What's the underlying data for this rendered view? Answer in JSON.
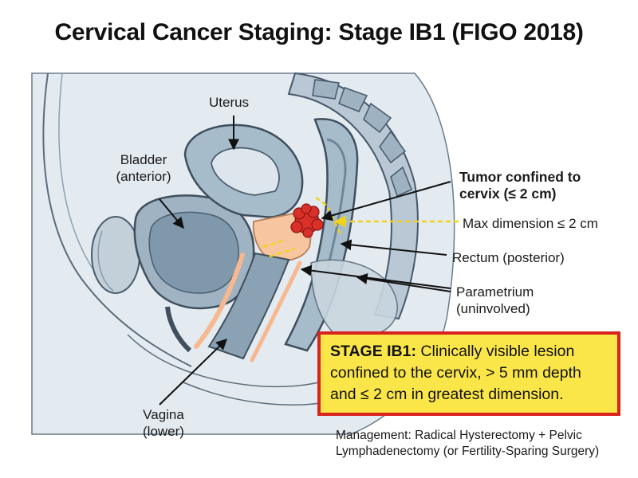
{
  "title": "Cervical Cancer Staging: Stage IB1 (FIGO 2018)",
  "labels": {
    "uterus": "Uterus",
    "bladder_line1": "Bladder",
    "bladder_line2": "(anterior)",
    "tumor_line1": "Tumor confined to",
    "tumor_line2": "cervix (≤ 2 cm)",
    "max_dimension": "Max dimension ≤ 2 cm",
    "rectum": "Rectum (posterior)",
    "parametrium_line1": "Parametrium",
    "parametrium_line2": "(uninvolved)",
    "vagina_line1": "Vagina",
    "vagina_line2": "(lower)"
  },
  "stage_box": {
    "heading": "STAGE IB1:",
    "line1_rest": " Clinically visible lesion",
    "line2": "confined to the cervix, > 5 mm depth",
    "line3": "and ≤ 2 cm in greatest dimension."
  },
  "management": {
    "line1": "Management: Radical Hysterectomy + Pelvic",
    "line2": "Lymphadenectomy (or Fertility-Sparing Surgery)"
  },
  "colors": {
    "tissue_light": "#dfe7ee",
    "tissue_mid": "#a9bccb",
    "tissue_dark": "#7d95a8",
    "outline": "#3f4f5d",
    "cervix_peach": "#f7c6a0",
    "tumor_red": "#d9302a",
    "dimension_yellow": "#f2d21b",
    "stage_box_fill": "#fbe64a",
    "stage_box_border": "#d8231e"
  }
}
